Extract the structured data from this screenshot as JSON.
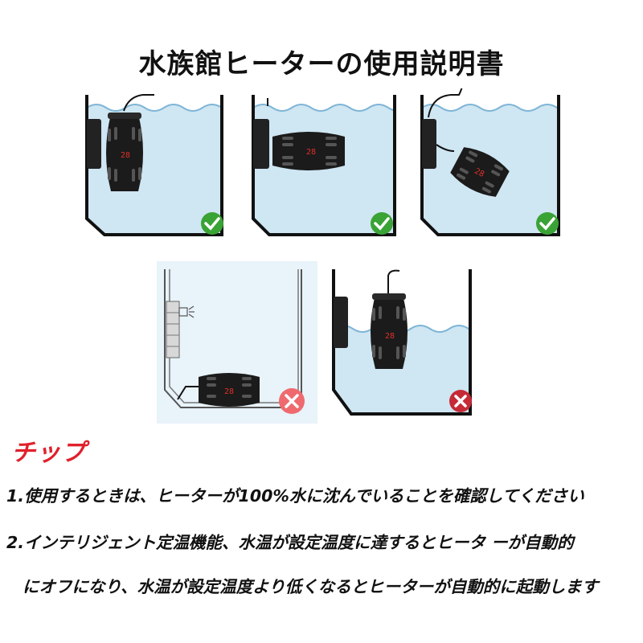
{
  "title": "水族館ヒーターの使用説明書",
  "heater_display": "28",
  "status": {
    "correct_icon": "check-mark-icon",
    "wrong_icon": "cross-mark-icon",
    "correct_color": "#3aa335",
    "wrong_color": "#c62a36",
    "wrong_color_light": "#ef6a6f"
  },
  "tips": {
    "label": "チップ",
    "lines": [
      "1.使用するときは、ヒーターが100%水に沈んでいることを確認してください",
      "2.インテリジェント定温機能、水温が設定温度に達するとヒータ ーが自動的",
      "にオフになり、水温が設定温度より低くなるとヒーターが自動的に起動します"
    ]
  },
  "colors": {
    "water": "#cfe6f3",
    "water_line": "#7fb5d6",
    "heater": "#1b1b1b",
    "display": "#e0302a",
    "tip_label": "#e0212b"
  }
}
